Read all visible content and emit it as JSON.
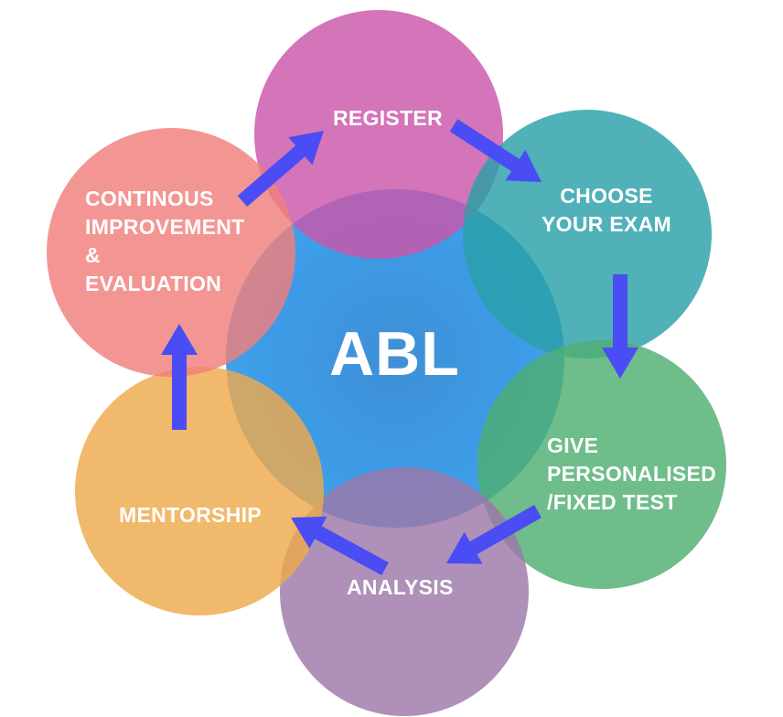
{
  "center": {
    "label": "ABL",
    "color": "#3c9de8"
  },
  "steps": [
    {
      "id": "register",
      "lines": [
        "REGISTER"
      ],
      "color": "#cb55aa"
    },
    {
      "id": "choose-exam",
      "lines": [
        "CHOOSE",
        "YOUR EXAM"
      ],
      "color": "#2aa0a8"
    },
    {
      "id": "give-test",
      "lines": [
        "GIVE",
        "PERSONALISED",
        "/FIXED TEST"
      ],
      "color": "#4fae72"
    },
    {
      "id": "analysis",
      "lines": [
        "ANALYSIS"
      ],
      "color": "#9c78a8"
    },
    {
      "id": "mentorship",
      "lines": [
        "MENTORSHIP"
      ],
      "color": "#eeaa4c"
    },
    {
      "id": "improvement",
      "lines": [
        "CONTINOUS",
        "IMPROVEMENT",
        "&",
        "EVALUATION"
      ],
      "color": "#f07f7b"
    }
  ],
  "arrow_color": "#4a4cf4",
  "arrow_icon": "arrow-icon"
}
